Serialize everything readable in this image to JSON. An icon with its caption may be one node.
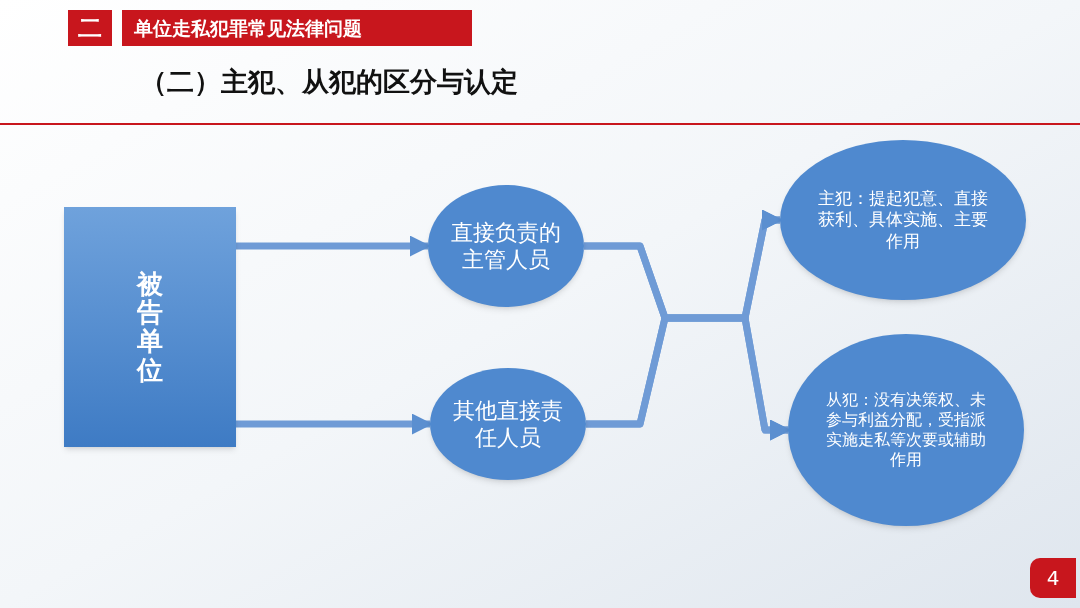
{
  "diagram": {
    "title": "（二）主犯、从犯的区分与认定",
    "nodes": [
      {
        "text": [
          "被告单位"
        ]
      },
      {
        "text": [
          "直接负责的主管人员"
        ]
      },
      {
        "text": [
          "其他直接责任人员"
        ]
      },
      {
        "text": [
          "主犯：提起犯意、直接获利、具体实施、主要作用"
        ]
      },
      {
        "text": [
          "从犯：没有决策权、未参与利益分配，受指派实施走私等次要或辅助作用"
        ]
      }
    ],
    "edges": [
      {
        "from": 0,
        "to": 1,
        "arrow": "to"
      },
      {
        "from": 0,
        "to": 2,
        "arrow": "to"
      },
      {
        "from": 1,
        "to": 3,
        "arrow": "to"
      },
      {
        "from": 1,
        "to": 4,
        "arrow": "to"
      },
      {
        "from": 2,
        "to": 3,
        "arrow": "to"
      },
      {
        "from": 2,
        "to": 4,
        "arrow": "to"
      }
    ],
    "labels": [
      "二",
      "单位走私犯罪常见法律问题",
      "4"
    ]
  }
}
